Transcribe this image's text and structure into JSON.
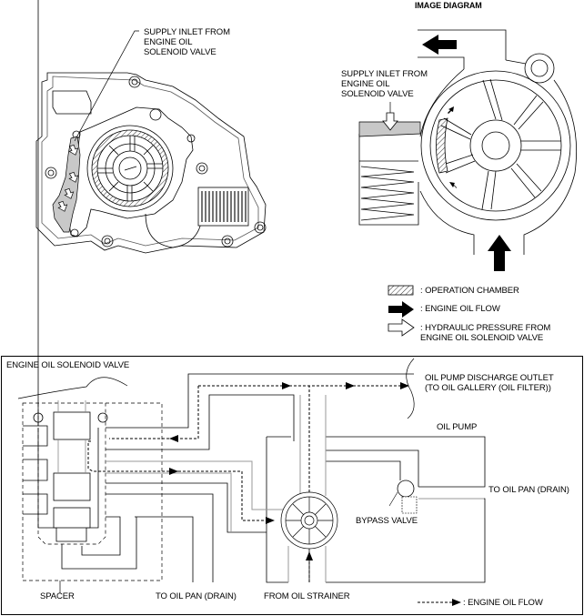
{
  "top_left": {
    "supply_inlet_label": "SUPPLY INLET FROM\nENGINE OIL\nSOLENOID VALVE"
  },
  "top_right": {
    "title": "IMAGE DIAGRAM",
    "supply_inlet_label": "SUPPLY INLET FROM\nENGINE OIL\nSOLENOID VALVE"
  },
  "legend_top": {
    "items": [
      {
        "icon": "hatched-box-icon",
        "label": ": OPERATION CHAMBER"
      },
      {
        "icon": "solid-arrow-icon",
        "label": ": ENGINE OIL FLOW"
      },
      {
        "icon": "outline-arrow-icon",
        "label": ": HYDRAULIC PRESSURE FROM\nENGINE OIL SOLENOID VALVE"
      }
    ]
  },
  "bottom": {
    "solenoid_valve_label": "ENGINE OIL SOLENOID VALVE",
    "discharge_outlet_label": "OIL PUMP DISCHARGE OUTLET\n(TO OIL GALLERY (OIL FILTER))",
    "oil_pump_label": "OIL PUMP",
    "drain_right_label": "TO OIL PAN (DRAIN)",
    "bypass_valve_label": "BYPASS VALVE",
    "spacer_label": "SPACER",
    "drain_bottom_label": "TO OIL PAN (DRAIN)",
    "strainer_label": "FROM OIL STRAINER",
    "legend_label": ": ENGINE OIL FLOW"
  },
  "colors": {
    "line": "#000000",
    "gray_line": "#9a9a9a",
    "gray_fill": "#c8c8c8"
  }
}
